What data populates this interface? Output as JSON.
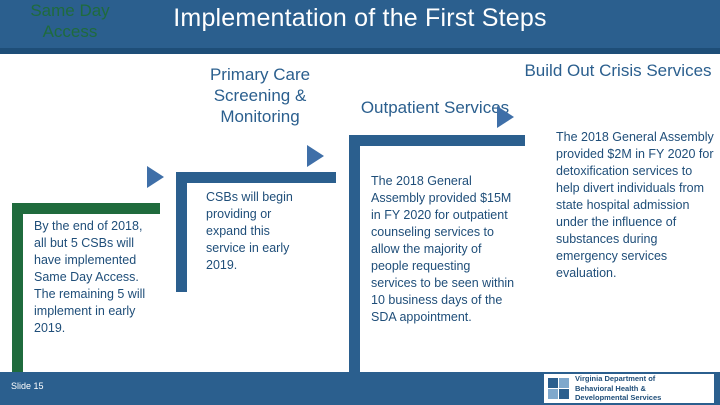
{
  "slide": {
    "title": "Implementation of the First Steps",
    "footer": {
      "slide_number": "Slide 15",
      "logo": {
        "line1": "Virginia Department of",
        "line2": "Behavioral Health &",
        "line3": "Developmental Services"
      }
    },
    "colors": {
      "title_band": "#2b5f8e",
      "title_underline": "#1e4e78",
      "blue": "#2b5f8e",
      "green": "#1f6b3d",
      "arrow": "#3f6fa8",
      "body_text": "#1f4e79"
    },
    "columns": [
      {
        "heading": "Same Day Access",
        "body": "By the end of 2018, all but 5 CSBs will have implemented Same Day Access. The remaining 5 will implement in early 2019.",
        "accent": "green"
      },
      {
        "heading": "Primary Care Screening & Monitoring",
        "body": "CSBs will begin providing or expand this service in early 2019.",
        "accent": "blue"
      },
      {
        "heading": "Outpatient Services",
        "body": "The 2018 General Assembly provided $15M in FY 2020 for outpatient counseling services to allow the majority of people requesting services to be seen within 10 business days of the SDA appointment.",
        "accent": "blue"
      },
      {
        "heading": "Build Out Crisis Services",
        "body": "The 2018 General Assembly provided $2M in FY 2020 for detoxification services to help divert individuals from state hospital admission under the influence of substances during emergency services evaluation.",
        "accent": "blue"
      }
    ]
  }
}
